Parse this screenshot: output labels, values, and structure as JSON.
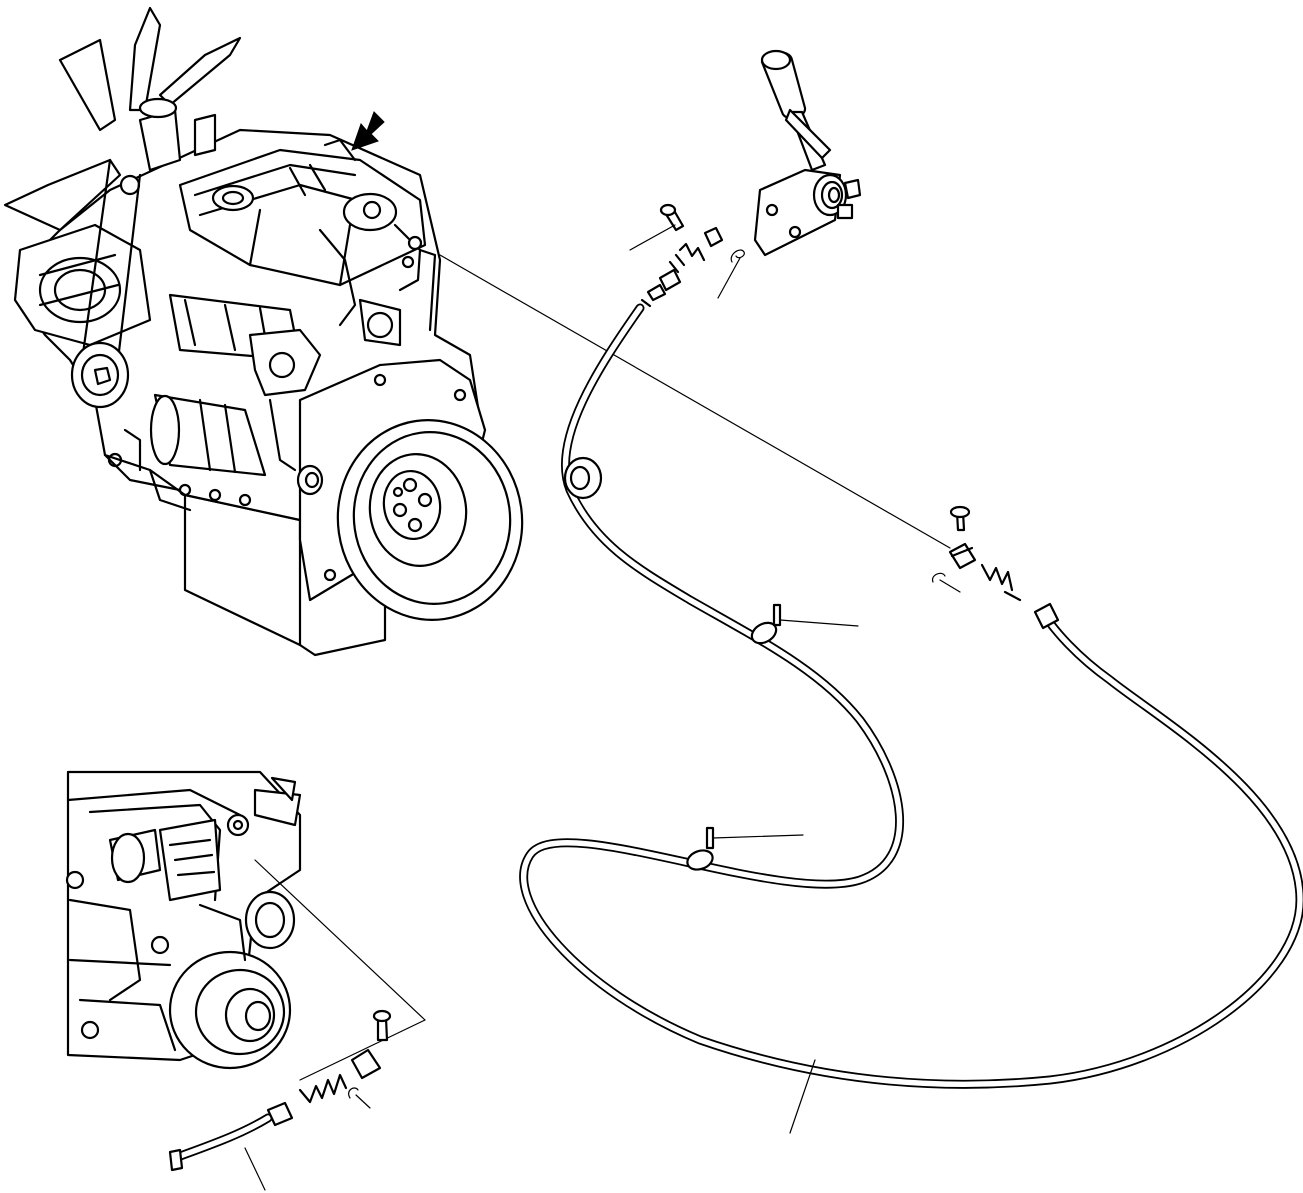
{
  "figure": {
    "background": "#ffffff",
    "line_color": "#000000",
    "parts": [
      "engine-assembly",
      "engine-detail-inset",
      "throttle-lever",
      "throttle-cable",
      "cable-clamp",
      "clevis-pin",
      "cotter-pin",
      "leader-line",
      "arrow-indicator"
    ]
  }
}
